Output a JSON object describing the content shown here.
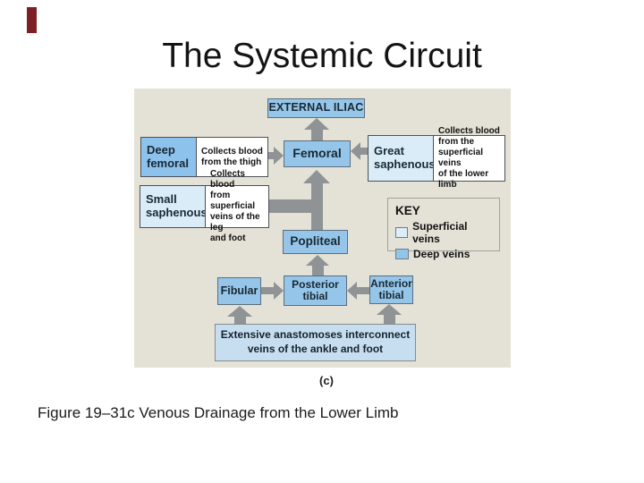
{
  "slide": {
    "title": "The Systemic Circuit",
    "caption": "Figure 19–31c Venous Drainage from the Lower Limb",
    "figure_label": "(c)"
  },
  "colors": {
    "accent_bar": "#7d1f24",
    "panel_bg": "#e4e1d6",
    "deep_vein": "#95c6e9",
    "superficial_vein": "#d9ecf8",
    "anastomoses": "#c7def0",
    "arrow": "#8f9396"
  },
  "diagram": {
    "external_iliac": {
      "label": "EXTERNAL ILIAC"
    },
    "deep_femoral": {
      "label": "Deep\nfemoral",
      "note": "Collects blood\nfrom the thigh"
    },
    "femoral": {
      "label": "Femoral"
    },
    "great_saphenous": {
      "label": "Great\nsaphenous",
      "note": "Collects blood\nfrom the\nsuperficial veins\nof the lower limb"
    },
    "small_saphenous": {
      "label": "Small\nsaphenous",
      "note": "Collects blood\nfrom superficial\nveins of the leg\nand foot"
    },
    "popliteal": {
      "label": "Popliteal"
    },
    "fibular": {
      "label": "Fibular"
    },
    "posterior_tibial": {
      "label": "Posterior\ntibial"
    },
    "anterior_tibial": {
      "label": "Anterior\ntibial"
    },
    "anastomoses": {
      "label": "Extensive anastomoses interconnect\nveins of the ankle and foot"
    },
    "key": {
      "title": "KEY",
      "items": [
        {
          "label": "Superficial veins"
        },
        {
          "label": "Deep veins"
        }
      ]
    }
  }
}
